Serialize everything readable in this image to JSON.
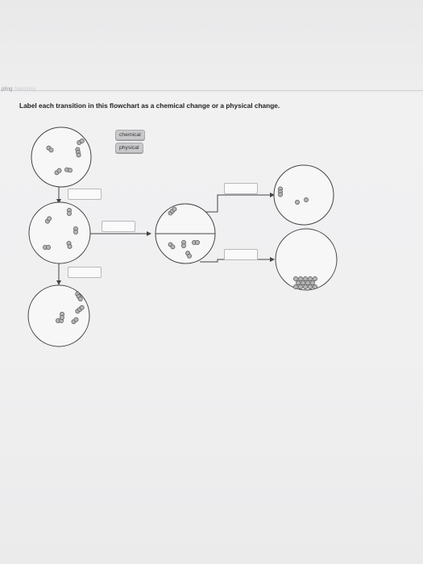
{
  "breadcrumb": {
    "left": "pling",
    "right": "Sampling"
  },
  "question": {
    "text": "Label each transition in this flowchart as a chemical change or a physical change."
  },
  "answer_choices": [
    {
      "label": "chemical"
    },
    {
      "label": "physical"
    }
  ],
  "colors": {
    "molecule_fill": "#b4b4b4",
    "molecule_stroke": "#555555",
    "line": "#444444"
  }
}
